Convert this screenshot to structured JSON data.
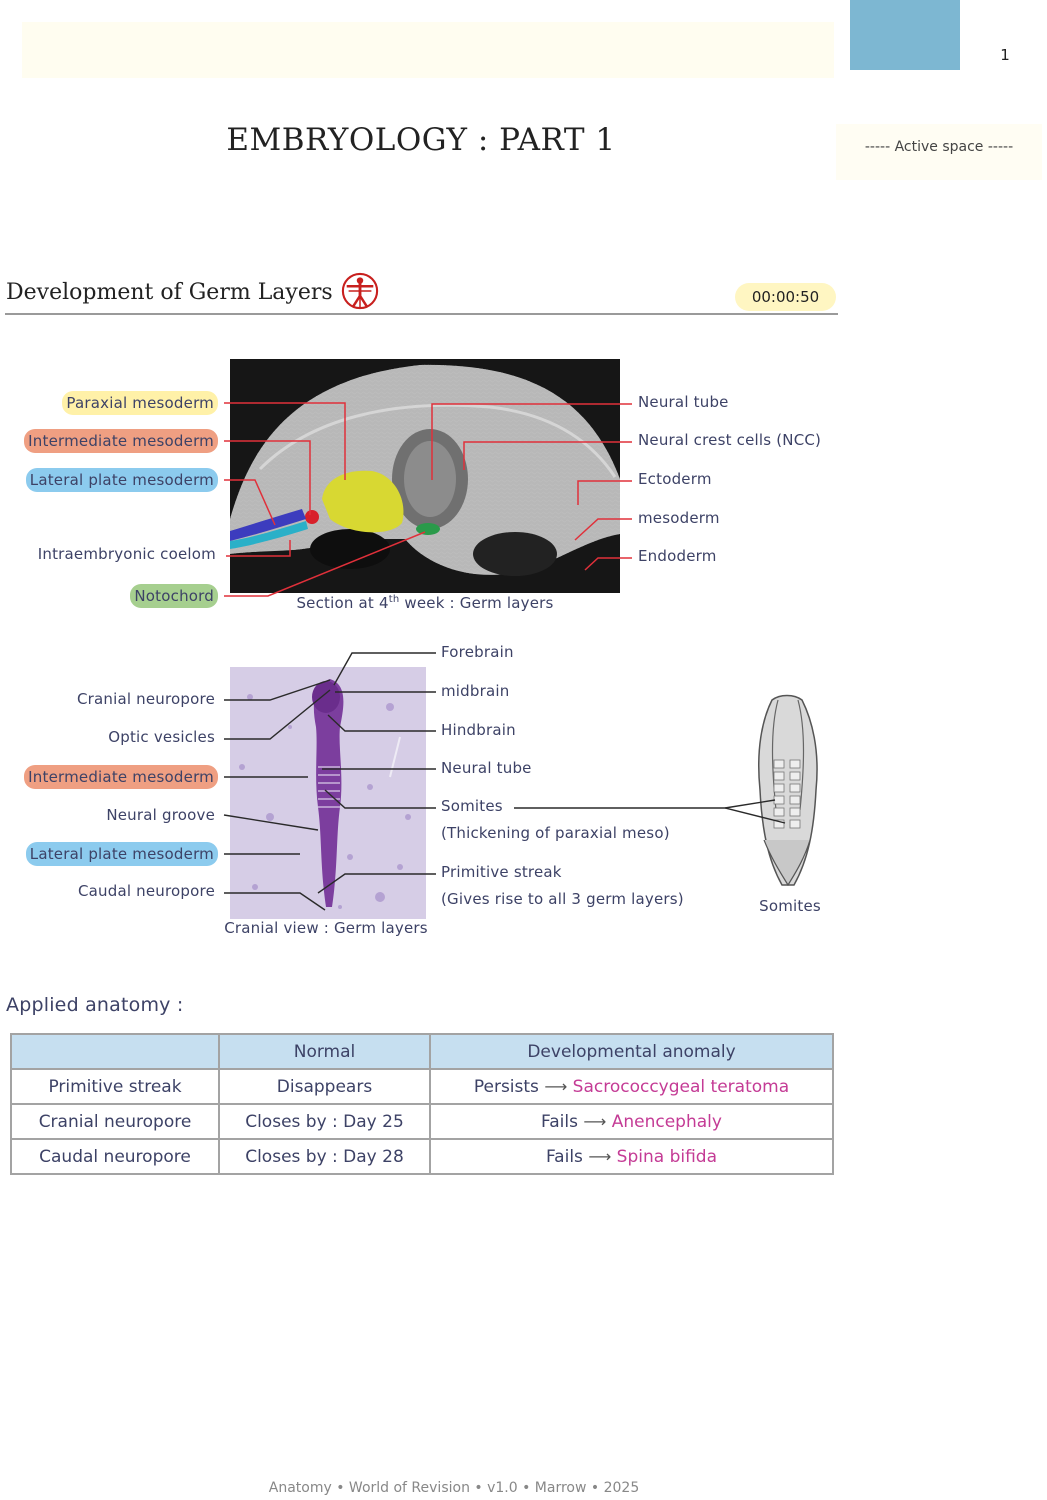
{
  "header": {
    "page_number": "1",
    "doc_title": "EMBRYOLOGY : PART 1",
    "active_space": "----- Active space -----"
  },
  "section": {
    "title": "Development of Germ Layers",
    "timer": "00:00:50",
    "icon": "vitruvian-man-icon",
    "icon_color": "#c8201e"
  },
  "figure1": {
    "caption_prefix": "Section at 4",
    "caption_sup": "th",
    "caption_suffix": " week : Germ layers",
    "left_labels": [
      {
        "text": "Paraxial mesoderm",
        "highlight": "#fff1a8"
      },
      {
        "text": "Intermediate mesoderm",
        "highlight": "#ef9f82"
      },
      {
        "text": "Lateral plate mesoderm",
        "highlight": "#8ccbee"
      },
      {
        "text": "Intraembryonic coelom",
        "highlight": ""
      },
      {
        "text": "Notochord",
        "highlight": "#a6cf8f"
      }
    ],
    "right_labels": [
      "Neural tube",
      "Neural crest cells (NCC)",
      "Ectoderm",
      "mesoderm",
      "Endoderm"
    ]
  },
  "figure2": {
    "caption": "Cranial view : Germ layers",
    "left_labels": [
      {
        "text": "Cranial neuropore",
        "highlight": ""
      },
      {
        "text": "Optic vesicles",
        "highlight": ""
      },
      {
        "text": "Intermediate mesoderm",
        "highlight": "#ef9f82"
      },
      {
        "text": "Neural groove",
        "highlight": ""
      },
      {
        "text": "Lateral plate mesoderm",
        "highlight": "#8ccbee"
      },
      {
        "text": "Caudal neuropore",
        "highlight": ""
      }
    ],
    "right_labels": [
      "Forebrain",
      "midbrain",
      "Hindbrain",
      "Neural tube",
      "Somites",
      "(Thickening of paraxial meso)",
      "Primitive streak",
      "(Gives rise to all 3 germ layers)"
    ],
    "somites_caption": "Somites"
  },
  "applied": {
    "title": "Applied anatomy :",
    "headers": [
      "",
      "Normal",
      "Developmental anomaly"
    ],
    "rows": [
      {
        "structure": "Primitive streak",
        "normal": "Disappears",
        "event": "Persists",
        "anomaly": "Sacrococcygeal teratoma"
      },
      {
        "structure": "Cranial neuropore",
        "normal": "Closes by : Day 25",
        "event": "Fails",
        "anomaly": "Anencephaly"
      },
      {
        "structure": "Caudal neuropore",
        "normal": "Closes by : Day 28",
        "event": "Fails",
        "anomaly": "Spina bifida"
      }
    ],
    "arrow_glyph": "⟶"
  },
  "footer": {
    "text": "Anatomy • World of Revision • v1.0 • Marrow • 2025"
  }
}
